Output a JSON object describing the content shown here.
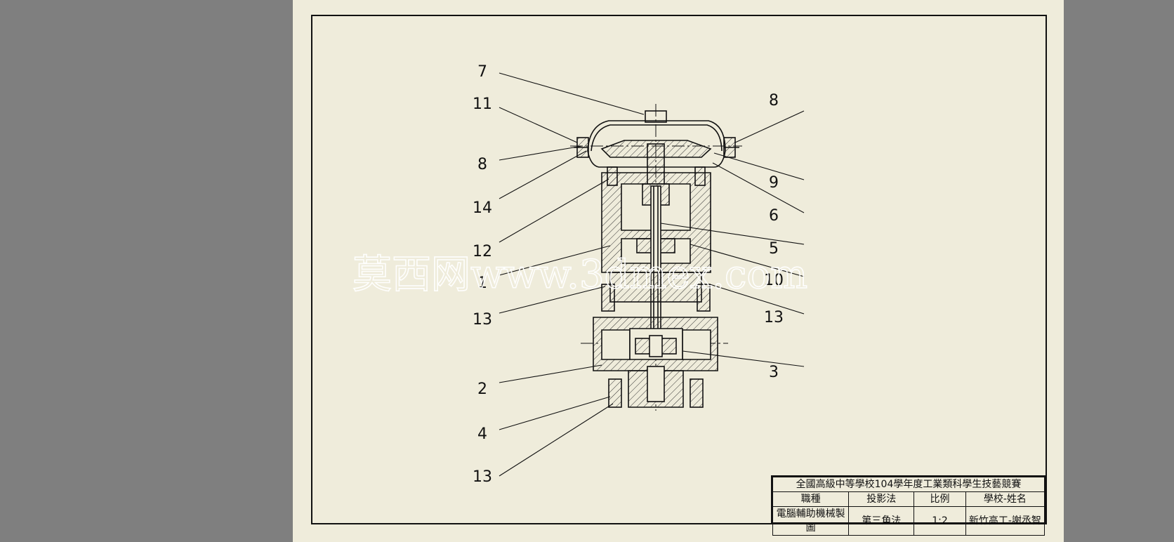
{
  "watermark": "莫西网www.3dmex.com",
  "callouts": [
    "7",
    "11",
    "8",
    "14",
    "12",
    "1",
    "13",
    "2",
    "4",
    "13",
    "8",
    "9",
    "6",
    "5",
    "10",
    "13",
    "3"
  ],
  "title_block": {
    "competition": "全國高級中等學校104學年度工業類科學生技藝競賽",
    "headers": [
      "職種",
      "投影法",
      "比例",
      "學校-姓名"
    ],
    "values": [
      "電腦輔助機械製圖",
      "第三角法",
      "1:2",
      "新竹高工-謝丞智"
    ]
  },
  "colors": {
    "background": "#7f7f7f",
    "paper": "#efecdb",
    "ink": "#111111"
  }
}
